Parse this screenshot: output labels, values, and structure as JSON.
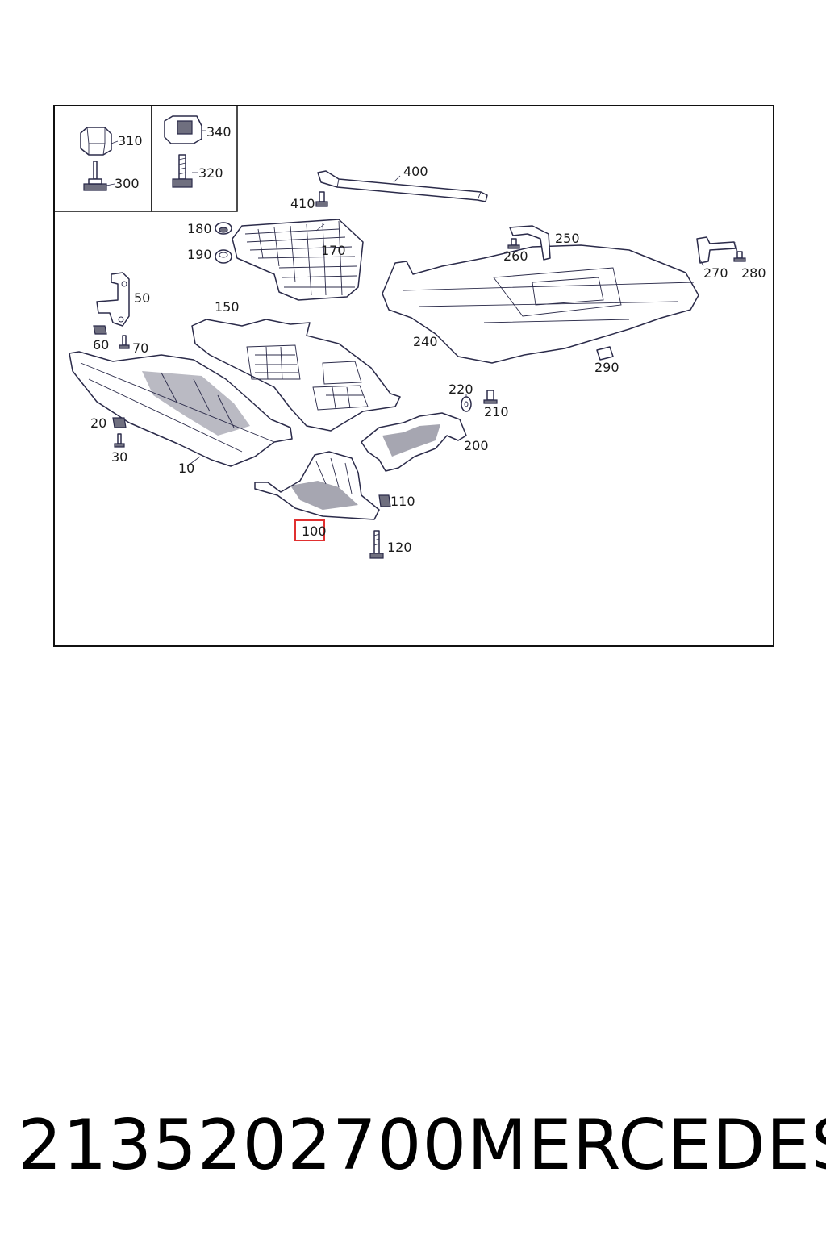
{
  "callouts": {
    "c10": "10",
    "c20": "20",
    "c30": "30",
    "c50": "50",
    "c60": "60",
    "c70": "70",
    "c100": "100",
    "c110": "110",
    "c120": "120",
    "c150": "150",
    "c170": "170",
    "c180": "180",
    "c190": "190",
    "c200": "200",
    "c210": "210",
    "c220": "220",
    "c240": "240",
    "c250": "250",
    "c260": "260",
    "c270": "270",
    "c280": "280",
    "c290": "290",
    "c300": "300",
    "c310": "310",
    "c320": "320",
    "c340": "340",
    "c400": "400",
    "c410": "410"
  },
  "highlight": {
    "callout": "100",
    "color": "#e03030"
  },
  "colors": {
    "line": "#2b2b4a",
    "frame": "#111111"
  },
  "footer": {
    "part_number": "2135202700",
    "brand": "MERCEDES"
  }
}
